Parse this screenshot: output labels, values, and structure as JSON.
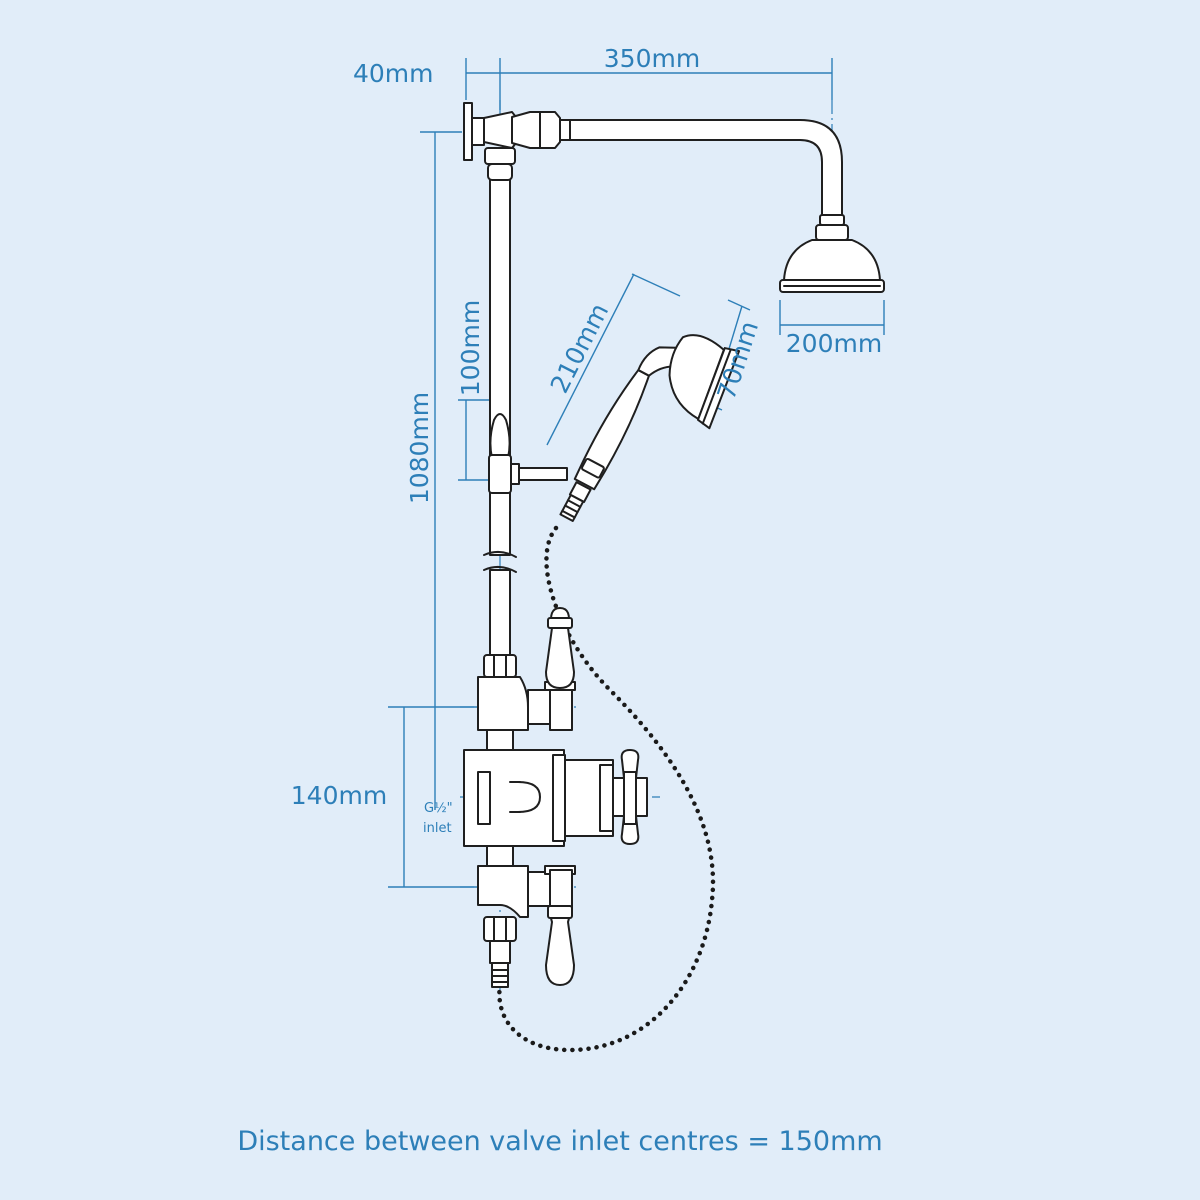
{
  "dimensions": {
    "wall_bracket": "40mm",
    "arm_projection": "350mm",
    "shower_head_diameter": "200mm",
    "handset_length": "210mm",
    "handset_head": "70mm",
    "slider_spacing": "100mm",
    "riser_height": "1080mm",
    "valve_spacing": "140mm"
  },
  "inlet_label": [
    "G½\"",
    "inlet"
  ],
  "footer": "Distance between valve inlet centres = 150mm",
  "colors": {
    "background": "#e1edf9",
    "dimension": "#2d7fb8",
    "outline": "#1f1f1f"
  }
}
